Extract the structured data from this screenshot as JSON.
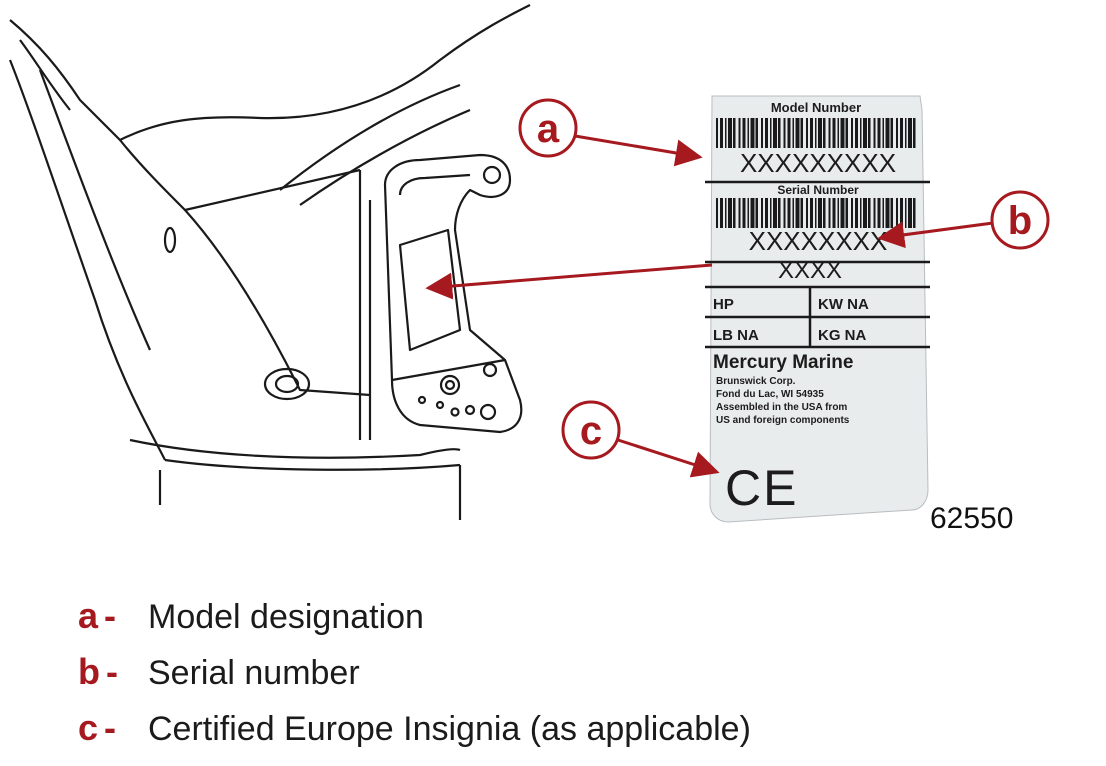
{
  "sticker": {
    "model_header": "Model Number",
    "model_value": "XXXXXXXXX",
    "serial_header": "Serial Number",
    "serial_value": "XXXXXXXX",
    "year_value": "XXXX",
    "hp_label": "HP",
    "kw_label": "KW NA",
    "lb_label": "LB NA",
    "kg_label": "KG NA",
    "maker": "Mercury Marine",
    "address_lines": [
      "Brunswick Corp.",
      "Fond du Lac, WI 54935",
      "Assembled in the USA from",
      "US and foreign components"
    ],
    "ce_mark": "CE"
  },
  "callouts": [
    {
      "letter": "a"
    },
    {
      "letter": "b"
    },
    {
      "letter": "c"
    }
  ],
  "figure_number": "62550",
  "legend": [
    {
      "key": "a",
      "dash": "-",
      "text": "Model designation"
    },
    {
      "key": "b",
      "dash": "-",
      "text": "Serial number"
    },
    {
      "key": "c",
      "dash": "-",
      "text": "Certified Europe Insignia (as applicable)"
    }
  ],
  "colors": {
    "accent": "#a5191f",
    "sticker": "#e9eced",
    "line": "#1a1a1a"
  }
}
